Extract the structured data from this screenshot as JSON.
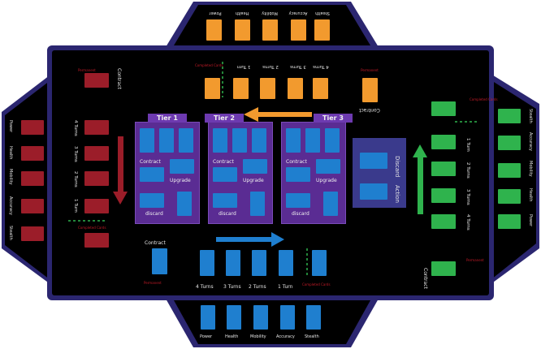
{
  "colors": {
    "board_frame": "#2b2670",
    "board_inner": "#000000",
    "orange": "#f29a2e",
    "green": "#2fb34d",
    "red": "#9b1d29",
    "blue": "#1f7fcf",
    "tier_purple": "#5a2c93",
    "action_panel": "#3a3a8c",
    "warning_red": "#c21a27"
  },
  "stats": [
    "Power",
    "Health",
    "Mobility",
    "Accuracy",
    "Stealth"
  ],
  "turns": {
    "t4": "4 Turns",
    "t3": "3 Turns",
    "t2": "2 Turns",
    "t1": "1 Turn"
  },
  "zones": {
    "contract": "Contract",
    "permanent": "Permanent",
    "wave_timer": "Completed Cards"
  },
  "tiers": [
    {
      "label": "Tier 1",
      "contract": "Contract",
      "upgrade": "Upgrade",
      "discard": "discard"
    },
    {
      "label": "Tier 2",
      "contract": "Contract",
      "upgrade": "Upgrade",
      "discard": "discard"
    },
    {
      "label": "Tier 3",
      "contract": "Contract",
      "upgrade": "Upgrade",
      "discard": "discard"
    }
  ],
  "action_panel": {
    "discard": "Discard",
    "action": "Action"
  }
}
